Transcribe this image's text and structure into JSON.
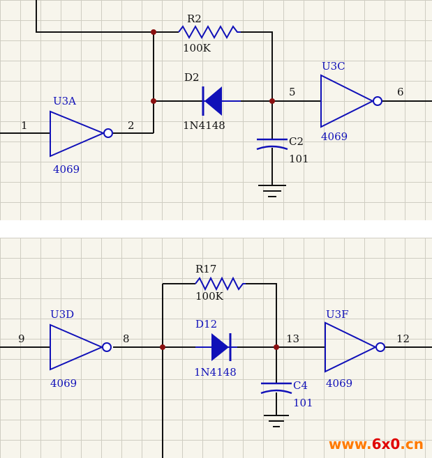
{
  "colors": {
    "component": "#1010b8",
    "wire": "#111111",
    "junction": "#8a1010",
    "grid": "#cfcdc2",
    "background": "#f7f5ec",
    "watermark": "#ff7a00"
  },
  "top": {
    "r2": {
      "ref": "R2",
      "value": "100K"
    },
    "d2": {
      "ref": "D2",
      "value": "1N4148"
    },
    "c2": {
      "ref": "C2",
      "value": "101"
    },
    "u3a": {
      "ref": "U3A",
      "value": "4069"
    },
    "u3c": {
      "ref": "U3C",
      "value": "4069"
    },
    "nets": {
      "n1": "1",
      "n2": "2",
      "n5": "5",
      "n6": "6"
    }
  },
  "bottom": {
    "r17": {
      "ref": "R17",
      "value": "100K"
    },
    "d12": {
      "ref": "D12",
      "value": "1N4148"
    },
    "c4": {
      "ref": "C4",
      "value": "101"
    },
    "u3d": {
      "ref": "U3D",
      "value": "4069"
    },
    "u3f": {
      "ref": "U3F",
      "value": "4069"
    },
    "nets": {
      "n9": "9",
      "n8": "8",
      "n13": "13",
      "n12": "12"
    }
  },
  "watermark": {
    "prefix": "www.",
    "accent": "6x0",
    "suffix": ".cn"
  }
}
